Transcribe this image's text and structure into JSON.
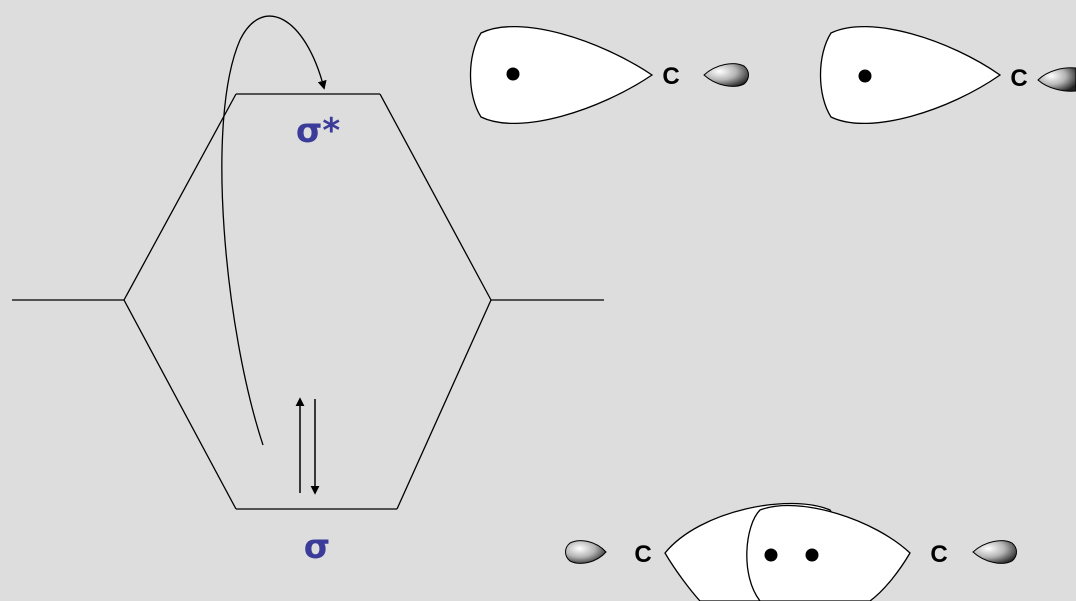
{
  "diagram": {
    "antibonding_label": "σ*",
    "bonding_label": "σ",
    "carbon_label": "C",
    "colors": {
      "background": "#dddddd",
      "label": "#3b3b9a",
      "line": "#000000",
      "lobe_fill": "#ffffff"
    },
    "electron_arrows": [
      "up",
      "down"
    ],
    "orbital_pictures": [
      {
        "name": "top-left-orbital",
        "atom": "C",
        "electrons": 1
      },
      {
        "name": "top-right-orbital",
        "atom": "C",
        "electrons": 1
      },
      {
        "name": "bottom-sigma-orbital",
        "atom_left": "C",
        "atom_right": "C",
        "electrons": 2
      }
    ]
  }
}
